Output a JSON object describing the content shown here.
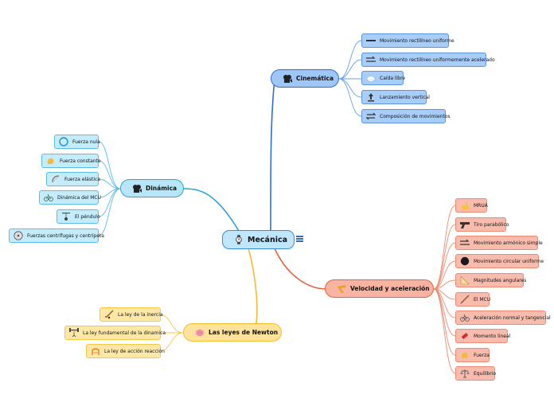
{
  "central": {
    "label": "Mecánica",
    "icon": "watch-icon"
  },
  "branches": {
    "cinematica": {
      "label": "Cinemática",
      "icon": "film-reel-icon",
      "color": "#2f6fcf",
      "children": [
        {
          "label": "Movimiento rectilíneo uniforme",
          "icon": "straight-arrow-icon"
        },
        {
          "label": "Movimiento rectilíneo uniformemente acelerado",
          "icon": "double-arrow-icon"
        },
        {
          "label": "Caída libre",
          "icon": "falling-cloud-icon"
        },
        {
          "label": "Lanzamiento vertical",
          "icon": "up-arrow-icon"
        },
        {
          "label": "Composición de movimientos",
          "icon": "arrows-exchange-icon"
        }
      ]
    },
    "dinamica": {
      "label": "Dinámica",
      "icon": "film-reel-icon",
      "color": "#2ba3dd",
      "children": [
        {
          "label": "Fuerza nula",
          "icon": "empty-circle-icon"
        },
        {
          "label": "Fuerza constante",
          "icon": "flexed-arm-icon"
        },
        {
          "label": "Fuerza elástica",
          "icon": "bow-icon"
        },
        {
          "label": "Dinámica del MCU",
          "icon": "bicycle-icon"
        },
        {
          "label": "El péndulo",
          "icon": "pendulum-icon"
        },
        {
          "label": "Fuerzas centrífugas y centrípeta",
          "icon": "disc-icon"
        }
      ]
    },
    "velocidad": {
      "label": "Velocidad y aceleración",
      "icon": "boomerang-icon",
      "color": "#e3633e",
      "children": [
        {
          "label": "MRUA",
          "icon": "hand-point-icon"
        },
        {
          "label": "Tiro parabólico",
          "icon": "pistol-icon"
        },
        {
          "label": "Movimiento armónico simple",
          "icon": "double-arrow-icon"
        },
        {
          "label": "Movimiento circular uniforme",
          "icon": "black-ball-icon"
        },
        {
          "label": "Magnitudes angulares",
          "icon": "triangle-ruler-icon"
        },
        {
          "label": "El MCU",
          "icon": "paintbrush-icon"
        },
        {
          "label": "Aceleración normal y tangencial",
          "icon": "bicycle-icon"
        },
        {
          "label": "Momento lineal",
          "icon": "dynamite-icon"
        },
        {
          "label": "Fuerza",
          "icon": "flexed-arm-icon"
        },
        {
          "label": "Equilibrio",
          "icon": "balance-scale-icon"
        }
      ]
    },
    "newton": {
      "label": "Las leyes de Newton",
      "icon": "brain-icon",
      "color": "#f2bd2e",
      "children": [
        {
          "label": "La ley de la inercia",
          "icon": "hockey-stick-icon"
        },
        {
          "label": "La ley fundamental de la dinamica",
          "icon": "weightlifter-icon"
        },
        {
          "label": "La ley de acción reacción",
          "icon": "trampoline-icon"
        }
      ]
    }
  },
  "colors": {
    "central_fill": "#bfe6fb",
    "cinematica_fill": "#9ec6f7",
    "dinamica_fill": "#b6e6f8",
    "velocidad_fill": "#f8b3a3",
    "newton_fill": "#ffe39a"
  }
}
